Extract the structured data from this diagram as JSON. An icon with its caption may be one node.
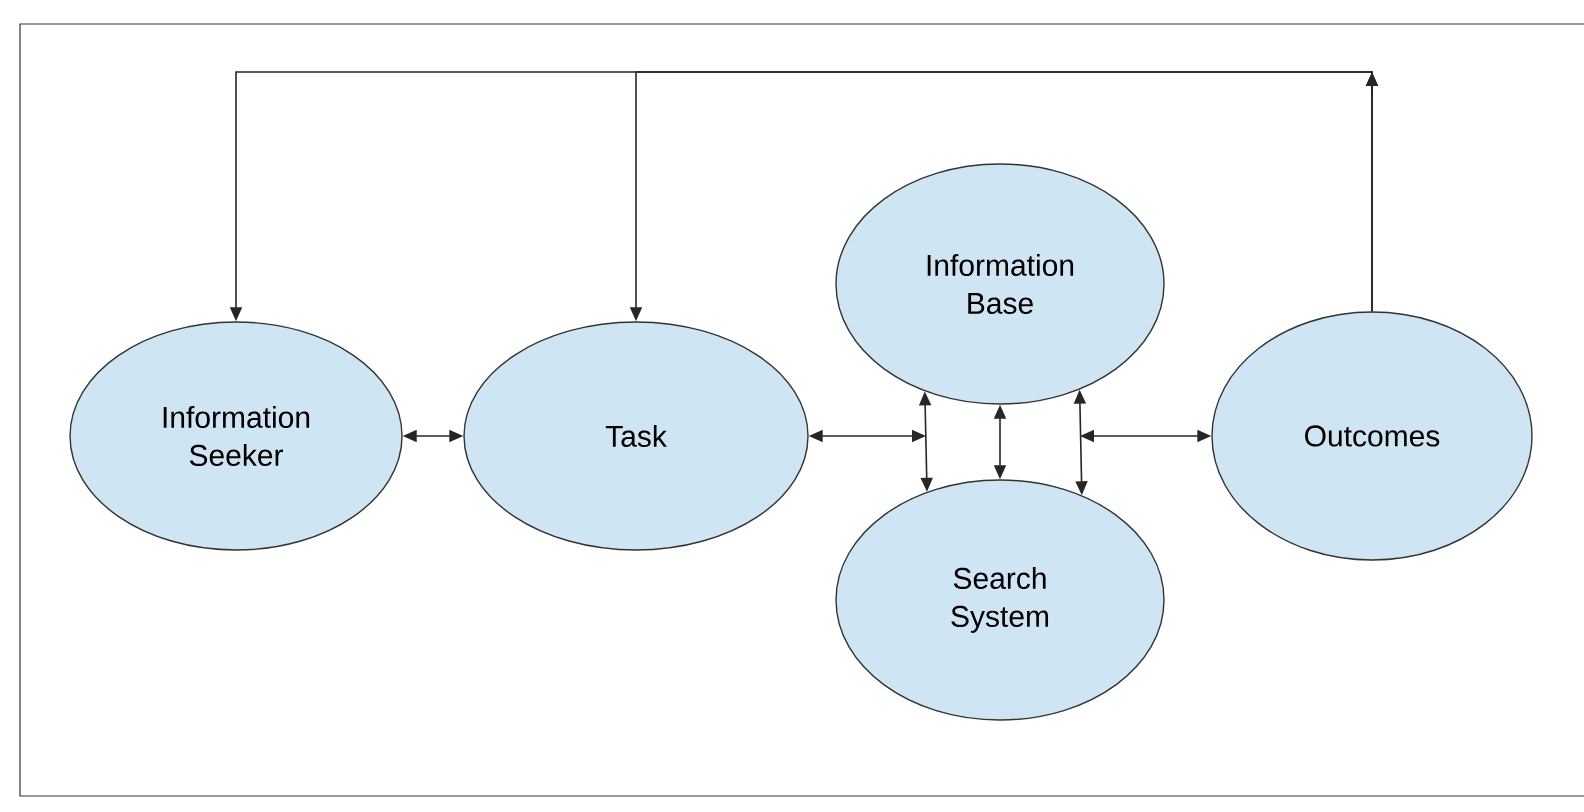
{
  "diagram": {
    "nodes": [
      {
        "text": [
          "Information Seeker"
        ]
      },
      {
        "text": [
          "Task"
        ]
      },
      {
        "text": [
          "Information Base"
        ]
      },
      {
        "text": [
          "Search System"
        ]
      },
      {
        "text": [
          "Outcomes"
        ]
      }
    ],
    "edges": [
      {
        "from": 4,
        "to": 0,
        "arrow": "to"
      },
      {
        "from": 4,
        "to": 1,
        "arrow": "to"
      },
      {
        "from": 0,
        "to": 1,
        "arrow": "both"
      },
      {
        "from": 1,
        "to": null,
        "arrow": "both"
      },
      {
        "from": 2,
        "to": 3,
        "arrow": "both"
      },
      {
        "from": 2,
        "to": 3,
        "arrow": "both"
      },
      {
        "from": 2,
        "to": 3,
        "arrow": "both"
      },
      {
        "from": null,
        "to": 4,
        "arrow": "both"
      }
    ]
  }
}
